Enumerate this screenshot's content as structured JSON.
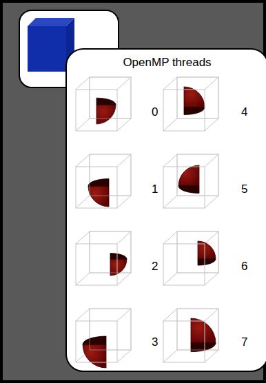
{
  "diagram": {
    "nodes": [
      {
        "text": [
          "OpenMP threads"
        ]
      }
    ],
    "labels": [
      "0",
      "4",
      "1",
      "5",
      "2",
      "6",
      "3",
      "7"
    ]
  }
}
